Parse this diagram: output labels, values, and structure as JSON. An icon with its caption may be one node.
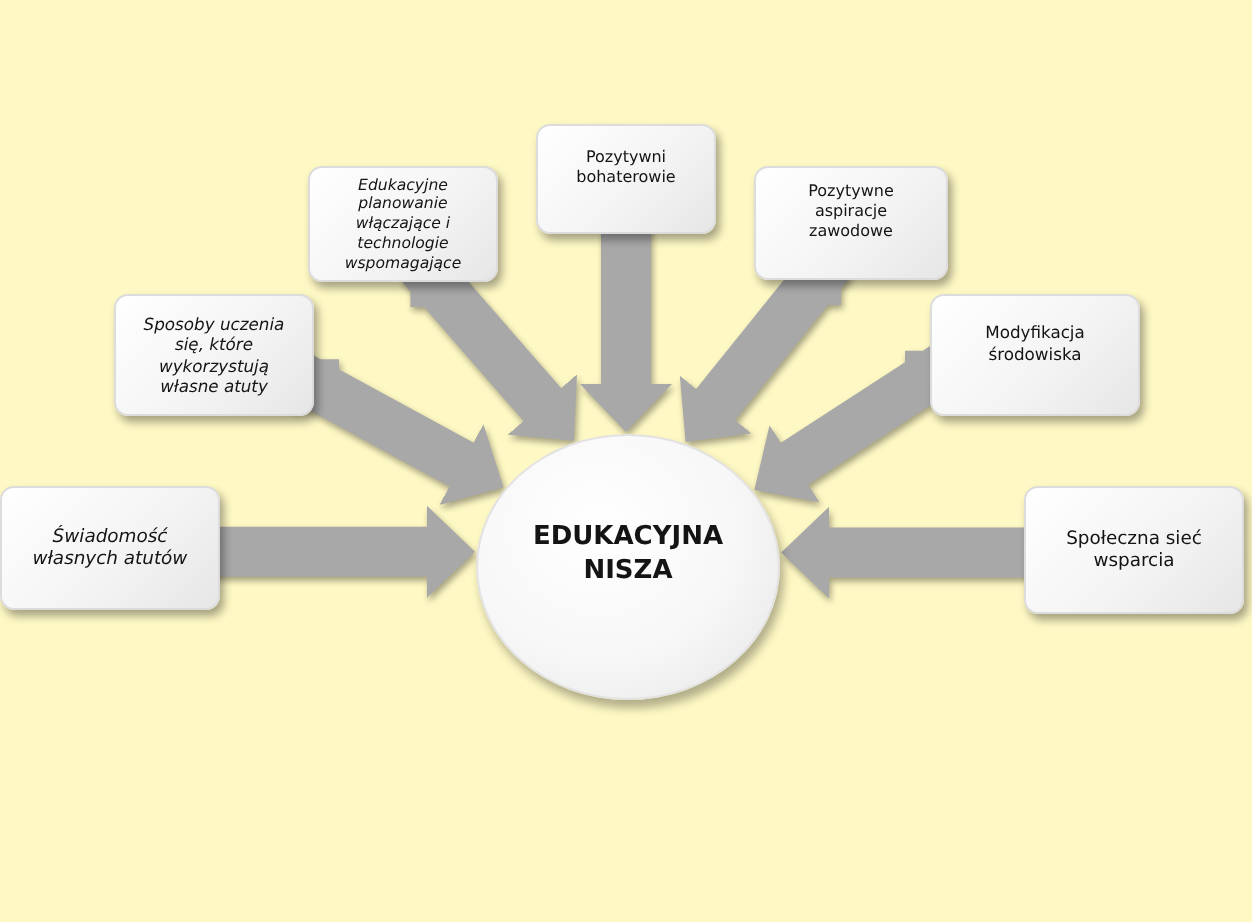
{
  "diagram": {
    "nodes": [
      {
        "text": [
          "EDUKACYJNA NISZA"
        ]
      },
      {
        "text": [
          "Świadomość własnych atutów"
        ]
      },
      {
        "text": [
          "Sposoby uczenia się, które wykorzystują własne atuty"
        ]
      },
      {
        "text": [
          "Edukacyjne planowanie włączające i technologie wspomagające"
        ]
      },
      {
        "text": [
          "Pozytywni bohaterowie"
        ]
      },
      {
        "text": [
          "Pozytywne aspiracje zawodowe"
        ]
      },
      {
        "text": [
          "Modyfikacja środowiska"
        ]
      },
      {
        "text": [
          "Społeczna sieć wsparcia"
        ]
      }
    ],
    "edges": [
      {
        "from": 1,
        "to": 0,
        "arrow": "to"
      },
      {
        "from": 2,
        "to": 0,
        "arrow": "to"
      },
      {
        "from": 3,
        "to": 0,
        "arrow": "to"
      },
      {
        "from": 4,
        "to": 0,
        "arrow": "to"
      },
      {
        "from": 5,
        "to": 0,
        "arrow": "to"
      },
      {
        "from": 6,
        "to": 0,
        "arrow": "to"
      },
      {
        "from": 7,
        "to": 0,
        "arrow": "to"
      }
    ]
  }
}
